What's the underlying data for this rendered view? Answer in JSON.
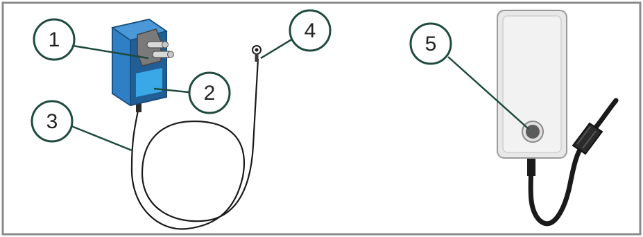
{
  "callouts": [
    {
      "number": "1",
      "part": "plug-prongs"
    },
    {
      "number": "2",
      "part": "adapter-label"
    },
    {
      "number": "3",
      "part": "power-cable"
    },
    {
      "number": "4",
      "part": "connector-tip"
    },
    {
      "number": "5",
      "part": "device-port"
    }
  ],
  "colors": {
    "frame": "#8a8a8a",
    "callout_fill": "#ffffff",
    "callout_stroke": "#1f4a3f",
    "leader_line": "#1f4a3f",
    "adapter_body": "#2f7fc4",
    "adapter_dark": "#215e96",
    "adapter_label": "#3aa7e6",
    "plug_head": "#7a7a7a",
    "prong": "#d9d9d9",
    "cable": "#1a1a1a",
    "device_body": "#e8e8e8",
    "device_border": "#9a9a9a",
    "port_outer": "#8a8a8a",
    "port_inner": "#5b5b5b",
    "ferrite": "#2b2b2b"
  }
}
